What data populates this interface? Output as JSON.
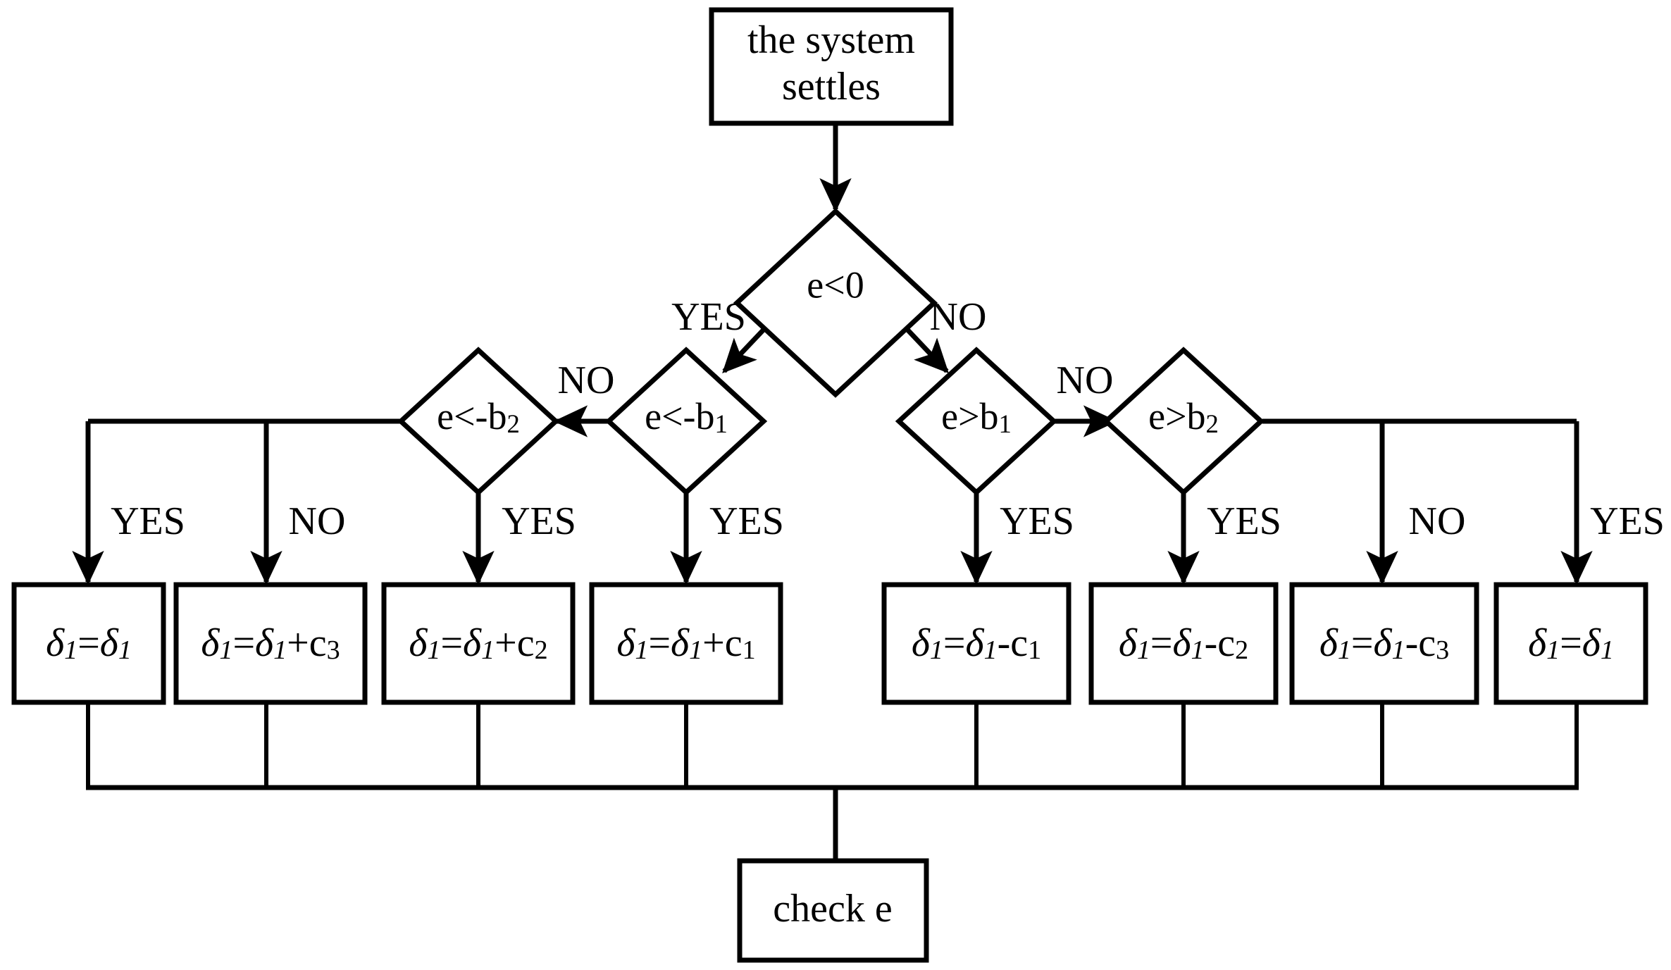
{
  "diagram": {
    "title": "system settle delta adjustment flowchart",
    "type": "flowchart",
    "stroke_color": "#000000",
    "fill_color": "#ffffff",
    "background": "#ffffff"
  },
  "nodes": {
    "start": {
      "kind": "process",
      "line1": "the system",
      "line2": "settles"
    },
    "decision_root": {
      "kind": "decision",
      "text": "e<0",
      "yes_label": "YES",
      "no_label": "NO"
    },
    "decision_left_inner": {
      "kind": "decision",
      "text_prefix": "e<-b",
      "text_sub": "1",
      "no_label": "NO",
      "yes_label": "YES"
    },
    "decision_left_outer": {
      "kind": "decision",
      "text_prefix": "e<-b",
      "text_sub": "2",
      "yes_label": "YES",
      "no_label": "NO"
    },
    "decision_right_inner": {
      "kind": "decision",
      "text_prefix": "e>b",
      "text_sub": "1",
      "no_label": "NO",
      "yes_label": "YES"
    },
    "decision_right_outer": {
      "kind": "decision",
      "text_prefix": "e>b",
      "text_sub": "2",
      "yes_label": "YES",
      "no_label": "NO"
    },
    "end": {
      "kind": "process",
      "text": "check e"
    }
  },
  "action_boxes": [
    {
      "id": "box1",
      "delta": "δ",
      "lhs_sub": "1",
      "rhs_sub": "1",
      "op": "",
      "term": "",
      "term_sub": "",
      "branch_label": "YES",
      "formula": "δ1=δ1"
    },
    {
      "id": "box2",
      "delta": "δ",
      "lhs_sub": "1",
      "rhs_sub": "1",
      "op": "+",
      "term": "c",
      "term_sub": "3",
      "branch_label": "NO",
      "formula": "δ1=δ1+c3"
    },
    {
      "id": "box3",
      "delta": "δ",
      "lhs_sub": "1",
      "rhs_sub": "1",
      "op": "+",
      "term": "c",
      "term_sub": "2",
      "branch_label": "YES",
      "formula": "δ1=δ1+c2"
    },
    {
      "id": "box4",
      "delta": "δ",
      "lhs_sub": "1",
      "rhs_sub": "1",
      "op": "+",
      "term": "c",
      "term_sub": "1",
      "branch_label": "YES",
      "formula": "δ1=δ1+c1"
    },
    {
      "id": "box5",
      "delta": "δ",
      "lhs_sub": "1",
      "rhs_sub": "1",
      "op": "-",
      "term": "c",
      "term_sub": "1",
      "branch_label": "YES",
      "formula": "δ1=δ1-c1"
    },
    {
      "id": "box6",
      "delta": "δ",
      "lhs_sub": "1",
      "rhs_sub": "1",
      "op": "-",
      "term": "c",
      "term_sub": "2",
      "branch_label": "YES",
      "formula": "δ1=δ1-c2"
    },
    {
      "id": "box7",
      "delta": "δ",
      "lhs_sub": "1",
      "rhs_sub": "1",
      "op": "-",
      "term": "c",
      "term_sub": "3",
      "branch_label": "NO",
      "formula": "δ1=δ1-c3"
    },
    {
      "id": "box8",
      "delta": "δ",
      "lhs_sub": "1",
      "rhs_sub": "1",
      "op": "",
      "term": "",
      "term_sub": "",
      "branch_label": "YES",
      "formula": "δ1=δ1"
    }
  ],
  "edge_labels": {
    "root_yes": "YES",
    "root_no": "NO",
    "left_no": "NO",
    "right_no": "NO"
  }
}
